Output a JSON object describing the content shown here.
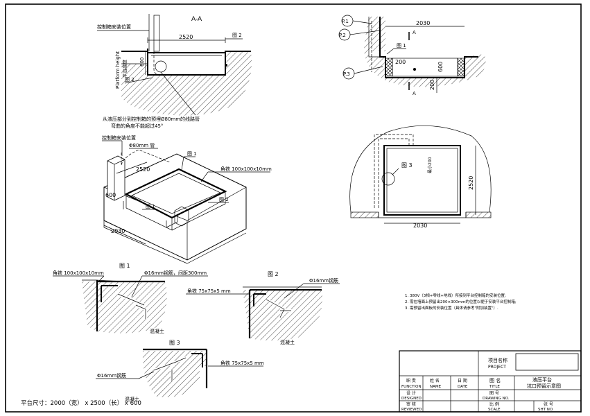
{
  "section": {
    "title": "A-A",
    "label_control_box": "控制箱安装位置",
    "dim_2520": "2520",
    "dim_600": "600",
    "platform_height_en": "Platform height",
    "platform_height_cn": "平台高度",
    "tu2_a": "图 2",
    "tu2_b": "图 2",
    "note_pipe": "从液压部分到控制箱的预埋Ø80mm的线路管",
    "note_angle": "弯曲的角度不能超过45°"
  },
  "iso": {
    "label_control_box": "控制箱安装位置",
    "pipe": "Φ80mm 管",
    "tu1_a": "图 1",
    "tu1_b": "图 1",
    "tu2": "图 2",
    "angle": "角铁 100x100x10mm",
    "dim_2520": "2520",
    "dim_600": "600",
    "dim_2030": "2030"
  },
  "plan": {
    "p1": "P.1",
    "p2": "P.2",
    "p3": "P.3",
    "dim_2030": "2030",
    "dim_200_a": "200",
    "dim_600": "600",
    "dim_200_b": "200",
    "tu1": "图 1",
    "a_top": "A",
    "a_bottom": "A"
  },
  "elev": {
    "tu3": "图 3",
    "dim_2520": "2520",
    "dim_2030": "2030",
    "dim_small": "最小200"
  },
  "details": {
    "fig1": {
      "title": "图 1",
      "angle": "角铁 100x100x10mm",
      "rebar": "Φ16mm钢筋，间距300mm",
      "concrete": "混凝土"
    },
    "fig2": {
      "title": "图 2",
      "angle": "角铁 75x75x5 mm",
      "rebar": "Φ16mm钢筋",
      "concrete": "混凝土"
    },
    "fig3": {
      "title": "图 3",
      "angle": "角铁 75x75x5 mm",
      "rebar": "Φ16mm钢筋",
      "concrete": "混凝土"
    }
  },
  "notes": [
    "1. 380V（3相+零线+地线）所接到平台控制箱的安装位置;",
    "2. 需在墙面上预留出200×300mm的位置以便于安装平台控制箱;",
    "3. 需预留出面板的安装位置（具体请参考\"附加装置\"）."
  ],
  "platform_size": "平台尺寸：2000（宽） x 2500（长） x 600",
  "titleblock": {
    "project_cn": "项目名称",
    "project_en": "PROJECT",
    "function_cn": "职 责",
    "function_en": "FUNCTION",
    "name_cn": "姓 名",
    "name_en": "NAME",
    "date_cn": "日 期",
    "date_en": "DATE",
    "title_cn": "图 名",
    "title_en": "TITLE",
    "title_value_1": "液压平台",
    "title_value_2": "坑口预留示意图",
    "designed_cn": "设 计",
    "designed_en": "DESIGNED",
    "drawing_no_cn": "图 号",
    "drawing_no_en": "DRAWING NO.",
    "reviewed_cn": "审 核",
    "reviewed_en": "REVIEWED",
    "scale_cn": "比 例",
    "scale_en": "SCALE",
    "sheet_cn": "张 号",
    "sheet_en": "SHT NO."
  }
}
